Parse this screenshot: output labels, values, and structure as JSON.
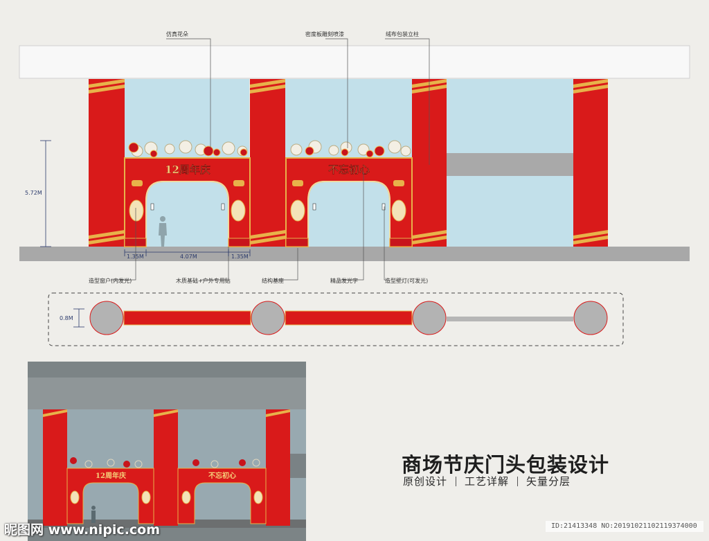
{
  "callouts": {
    "flowers": "仿真花朵",
    "carving": "密度板雕刻喷漆",
    "pillar": "绒布包装立柱",
    "window": "造型窗户(内发光)",
    "wood_base": "木质基础+户外专用贴",
    "structure_base": "结构基座",
    "glow_text": "精品发光字",
    "wall_lamp": "造型壁灯(可发光)"
  },
  "dimensions": {
    "height": "5.72M",
    "left_width": "1.35M",
    "center_width": "4.07M",
    "right_width": "1.35M",
    "depth": "0.8M"
  },
  "arch_signs": {
    "left": "12周年庆",
    "right": "不忘初心"
  },
  "title": "商场节庆门头包装设计",
  "subtitle": [
    "原创设计",
    "工艺详解",
    "矢量分层"
  ],
  "watermark": {
    "logo": "昵图网 www.nipic.com",
    "id": "ID:21413348 NO:20191021102119374000"
  },
  "colors": {
    "background": "#efeeea",
    "red": "#d91a1a",
    "gold": "#e8b24a",
    "sky": "#c2e0ea",
    "ground": "#a8a8a8"
  }
}
